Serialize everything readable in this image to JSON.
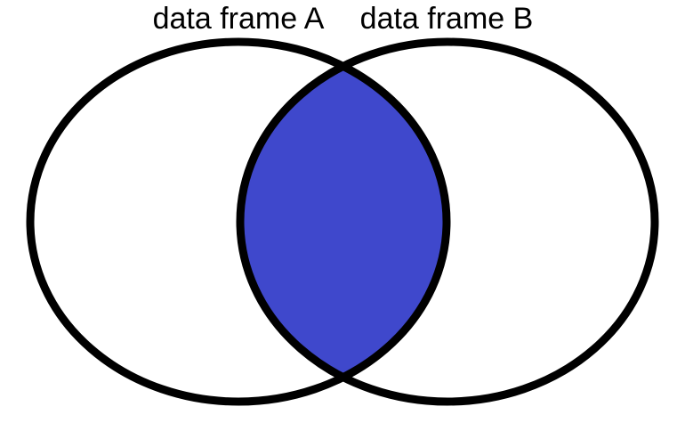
{
  "diagram": {
    "type": "venn",
    "sets": [
      {
        "label": "data frame A"
      },
      {
        "label": "data frame B"
      }
    ],
    "highlighted_region": "intersection",
    "colors": {
      "highlight": "#3F48CC",
      "outline": "#000000",
      "background": "#FFFFFF"
    }
  }
}
